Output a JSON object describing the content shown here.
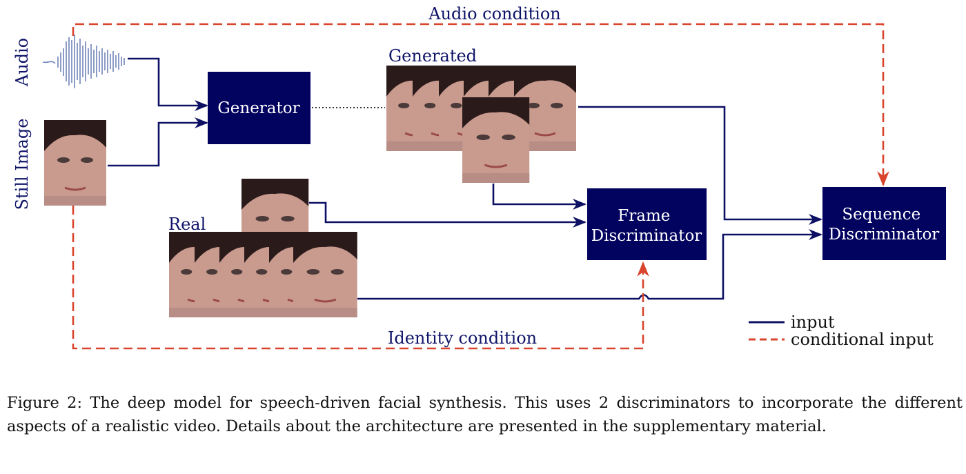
{
  "labels": {
    "audio_condition": "Audio condition",
    "audio": "Audio",
    "still_image": "Still Image",
    "generated": "Generated",
    "real": "Real",
    "identity_condition": "Identity condition"
  },
  "blocks": {
    "generator": "Generator",
    "frame_discriminator": [
      "Frame",
      "Discriminator"
    ],
    "sequence_discriminator": [
      "Sequence",
      "Discriminator"
    ]
  },
  "legend": {
    "input": "input",
    "conditional_input": "conditional input"
  },
  "colors": {
    "block_fill": "#02025f",
    "input_line": "#0d1063",
    "conditional_line": "#d9442c",
    "label_text": "#0f1468"
  },
  "caption": "Figure 2: The deep model for speech-driven facial synthesis. This uses 2 discriminators to incorporate the different aspects of a realistic video. Details about the architecture are presented in the supplementary material."
}
